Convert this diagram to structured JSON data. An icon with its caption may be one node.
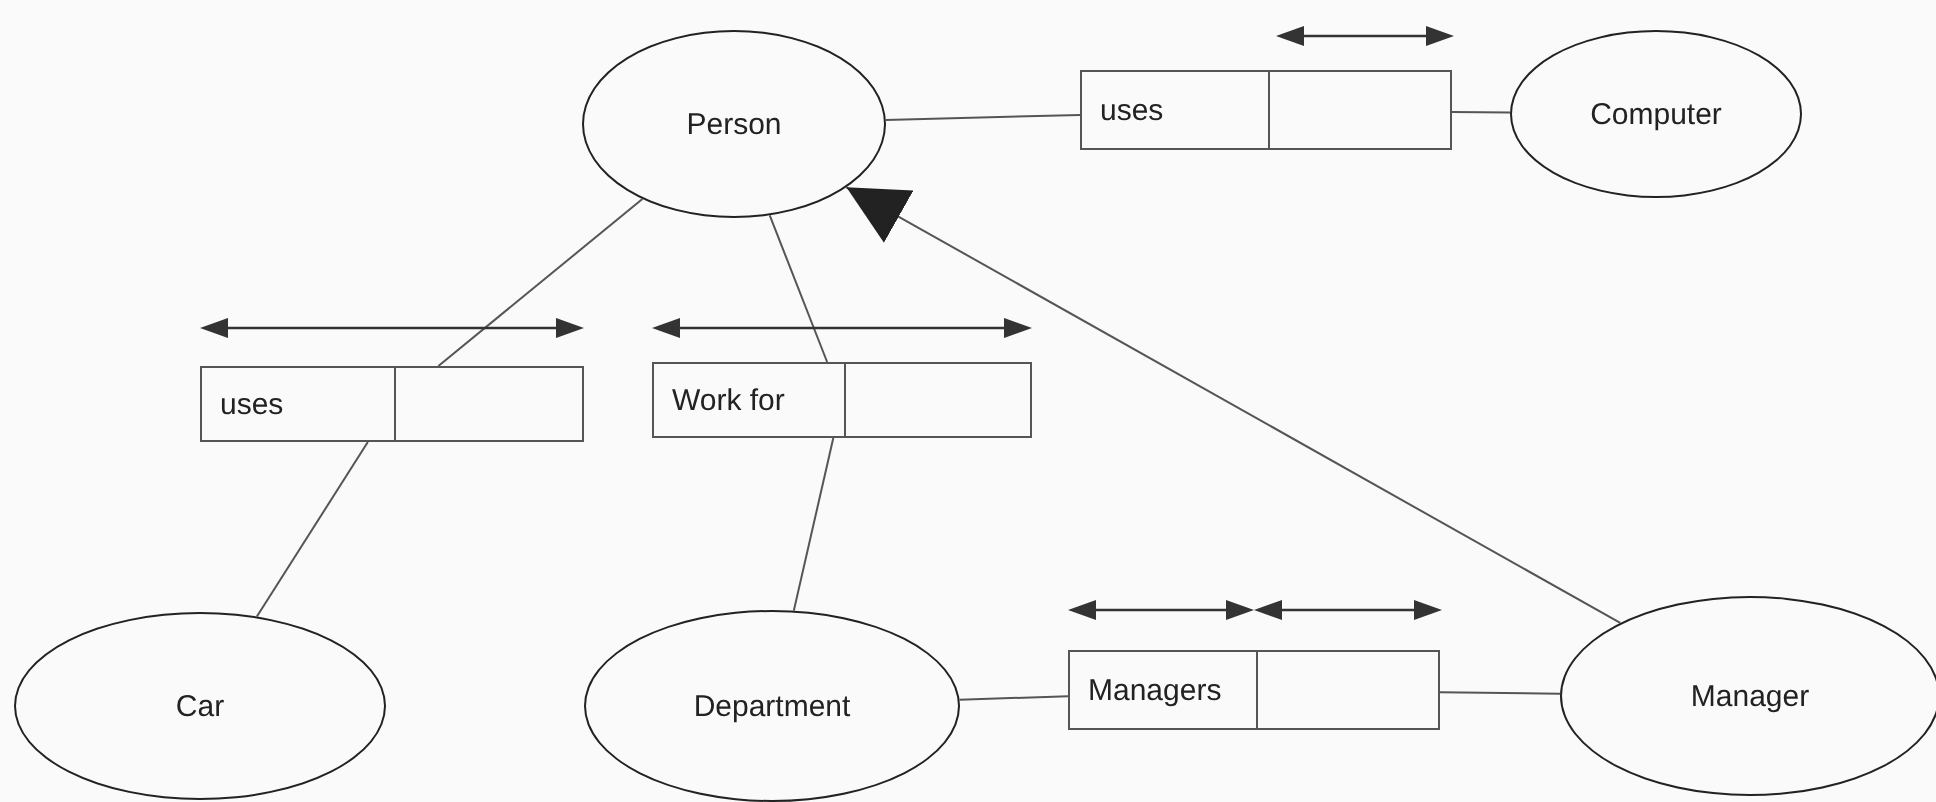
{
  "diagram": {
    "nodes": [
      {
        "text": [
          "Person"
        ]
      },
      {
        "text": [
          "uses"
        ]
      },
      {
        "text": [
          "Computer"
        ]
      },
      {
        "text": [
          "uses"
        ]
      },
      {
        "text": [
          "Work for"
        ]
      },
      {
        "text": [
          "Car"
        ]
      },
      {
        "text": [
          "Department"
        ]
      },
      {
        "text": [
          "Managers"
        ]
      },
      {
        "text": [
          "Manager"
        ]
      }
    ],
    "edges": [
      {
        "from": 0,
        "to": 1,
        "arrow": "none"
      },
      {
        "from": 1,
        "to": 2,
        "arrow": "none"
      },
      {
        "from": 0,
        "to": 3,
        "arrow": "none"
      },
      {
        "from": 3,
        "to": 5,
        "arrow": "none"
      },
      {
        "from": 0,
        "to": 4,
        "arrow": "none"
      },
      {
        "from": 4,
        "to": 6,
        "arrow": "none"
      },
      {
        "from": 6,
        "to": 7,
        "arrow": "none"
      },
      {
        "from": 7,
        "to": 8,
        "arrow": "none"
      },
      {
        "from": 8,
        "to": 0,
        "arrow": "to"
      }
    ]
  }
}
